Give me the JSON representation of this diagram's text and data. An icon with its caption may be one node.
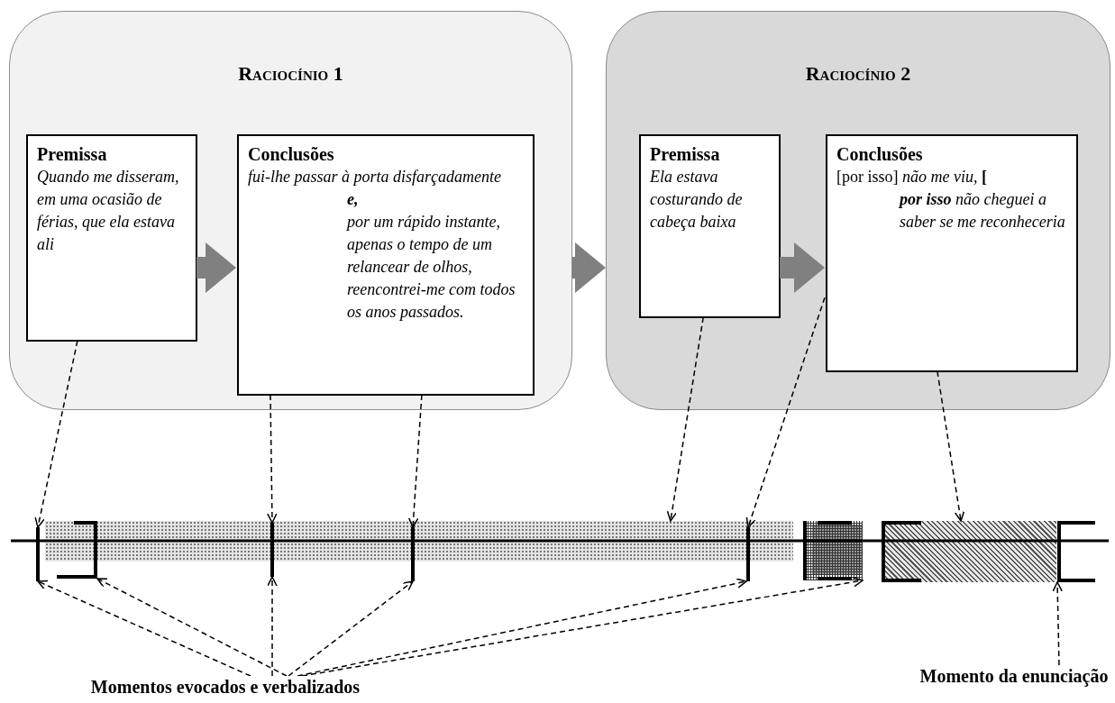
{
  "diagram": {
    "nodes": [
      {
        "text": [
          "Raciocínio 1"
        ]
      },
      {
        "text": [
          "Premissa",
          "Quando me disseram, em uma ocasião de férias, que ela estava ali"
        ],
        "in": 0
      },
      {
        "text": [
          "Conclusões",
          "fui-lhe passar à porta disfarçadamente",
          "e,",
          "por um rápido instante, apenas o tempo de um relancear de olhos, reencontrei-me com todos os anos passados."
        ],
        "in": 0
      },
      {
        "text": [
          "Raciocínio 2"
        ]
      },
      {
        "text": [
          "Premissa",
          "Ela estava costurando de cabeça baixa"
        ],
        "in": 3
      },
      {
        "text": [
          "Conclusões",
          "[por isso] *não me viu,* **[**",
          "**por isso** não cheguei a saber se me reconheceria"
        ],
        "in": 3
      },
      {
        "text": [],
        "shape": "bar"
      },
      {
        "text": [],
        "shape": "bar"
      },
      {
        "text": [],
        "shape": "bar"
      },
      {
        "text": [],
        "shape": "bar"
      },
      {
        "text": [],
        "shape": "bar"
      },
      {
        "text": [],
        "shape": "bar"
      },
      {
        "text": [],
        "shape": "bar"
      },
      {
        "text": [],
        "shape": "bar"
      },
      {
        "text": [],
        "shape": "bar"
      },
      {
        "text": [
          "Momentos evocados e verbalizados"
        ]
      },
      {
        "text": [
          "Momento da enunciação"
        ]
      }
    ],
    "edges": [
      {
        "from": 1,
        "to": 7,
        "arrow": "to",
        "style": "dashed"
      },
      {
        "from": 2,
        "to": 9,
        "arrow": "to",
        "style": "dashed"
      },
      {
        "from": 2,
        "to": 10,
        "arrow": "to",
        "style": "dashed"
      },
      {
        "from": 4,
        "to": 6,
        "arrow": "to",
        "style": "dashed"
      },
      {
        "from": 5,
        "to": 11,
        "arrow": "to",
        "style": "dashed"
      },
      {
        "from": 5,
        "to": 13,
        "arrow": "to",
        "style": "dashed"
      },
      {
        "from": 15,
        "to": 7,
        "arrow": "to",
        "style": "dashed"
      },
      {
        "from": 15,
        "to": 8,
        "arrow": "to",
        "style": "dashed"
      },
      {
        "from": 15,
        "to": 9,
        "arrow": "to",
        "style": "dashed"
      },
      {
        "from": 15,
        "to": 10,
        "arrow": "to",
        "style": "dashed"
      },
      {
        "from": 15,
        "to": 11,
        "arrow": "to",
        "style": "dashed"
      },
      {
        "from": 15,
        "to": 12,
        "arrow": "to",
        "style": "dashed"
      },
      {
        "from": 16,
        "to": 14,
        "arrow": "to",
        "style": "dashed"
      },
      {
        "from": 1,
        "to": 2,
        "arrow": "to",
        "style": "thick",
        "color": "#808080"
      },
      {
        "from": 0,
        "to": 3,
        "arrow": "to",
        "style": "thick",
        "color": "#808080"
      },
      {
        "from": 4,
        "to": 5,
        "arrow": "to",
        "style": "thick",
        "color": "#808080"
      }
    ]
  }
}
